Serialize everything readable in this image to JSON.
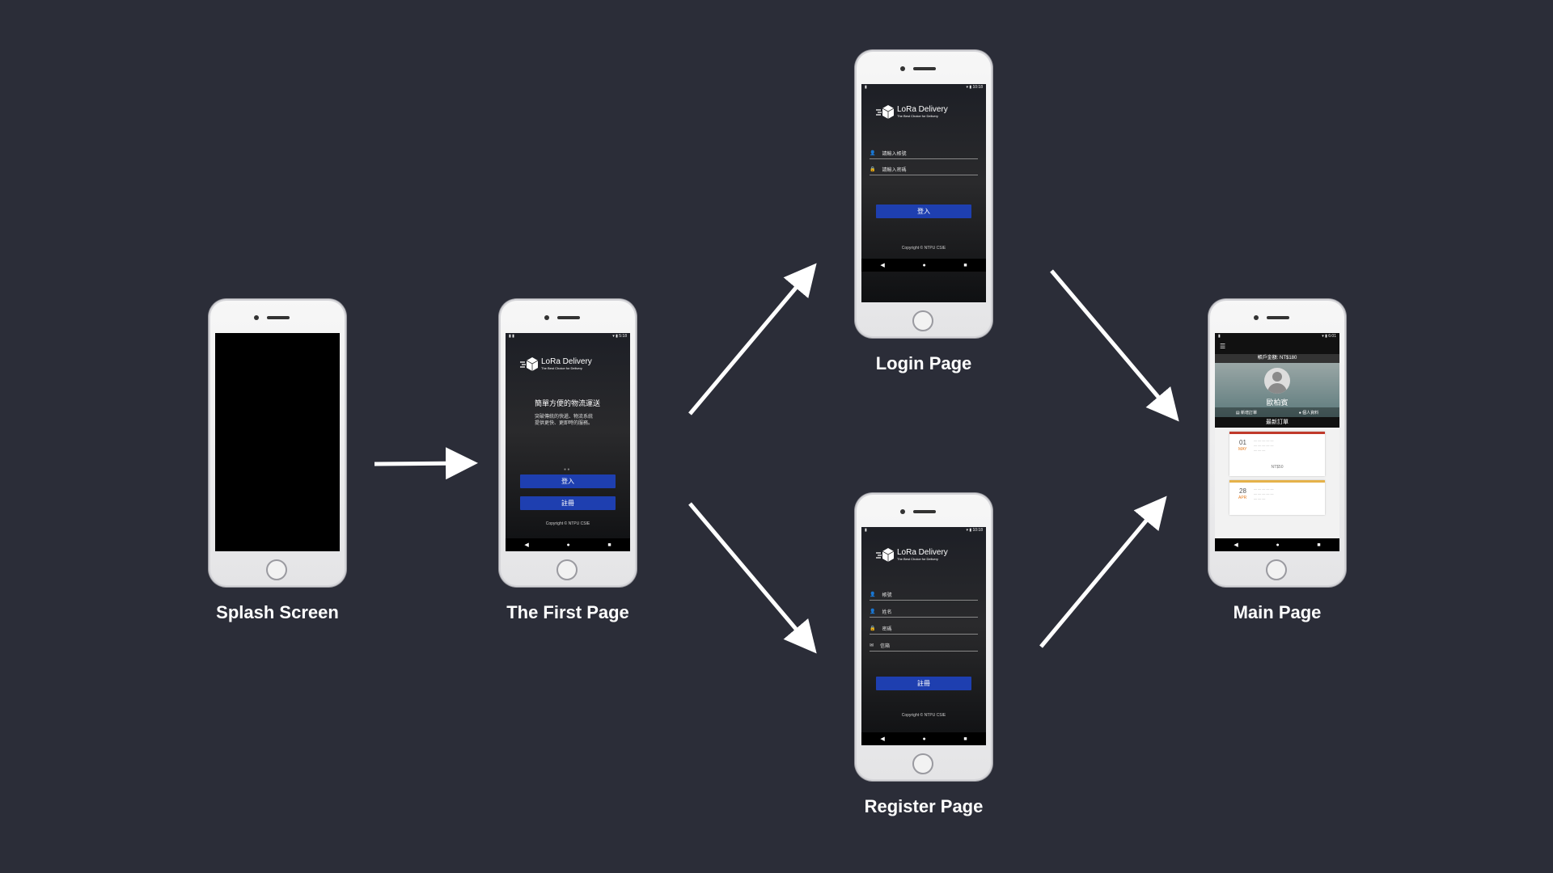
{
  "captions": {
    "splash": "Splash Screen",
    "first": "The First Page",
    "login": "Login Page",
    "register": "Register Page",
    "main": "Main Page"
  },
  "app": {
    "logo_title": "LoRa Delivery",
    "logo_subtitle": "The Best Choice for Delivery",
    "copyright": "Copyright © NTPU CSIE"
  },
  "first_page": {
    "headline": "簡單方便的物流運送",
    "desc_line1": "突破傳統的快遞、物流系統",
    "desc_line2": "提供更快、更即時的服務。",
    "login_btn": "登入",
    "register_btn": "註冊"
  },
  "login_page": {
    "account_placeholder": "請輸入帳號",
    "password_placeholder": "請輸入密碼",
    "login_btn": "登入"
  },
  "register_page": {
    "fields": [
      "帳號",
      "姓名",
      "密碼",
      "信箱"
    ],
    "register_btn": "註冊"
  },
  "main_page": {
    "balance": "帳戶金額: NT$180",
    "user_name": "歐柏賓",
    "tab_new_order": "新增訂單",
    "tab_profile": "個人資料",
    "latest_orders": "最新訂單",
    "orders": [
      {
        "day": "01",
        "month": "MAY",
        "amount": "NT$50"
      },
      {
        "day": "28",
        "month": "APR",
        "amount": ""
      }
    ]
  },
  "colors": {
    "background": "#2b2d38",
    "button_blue": "#1e3fb0",
    "arrow": "#ffffff"
  }
}
